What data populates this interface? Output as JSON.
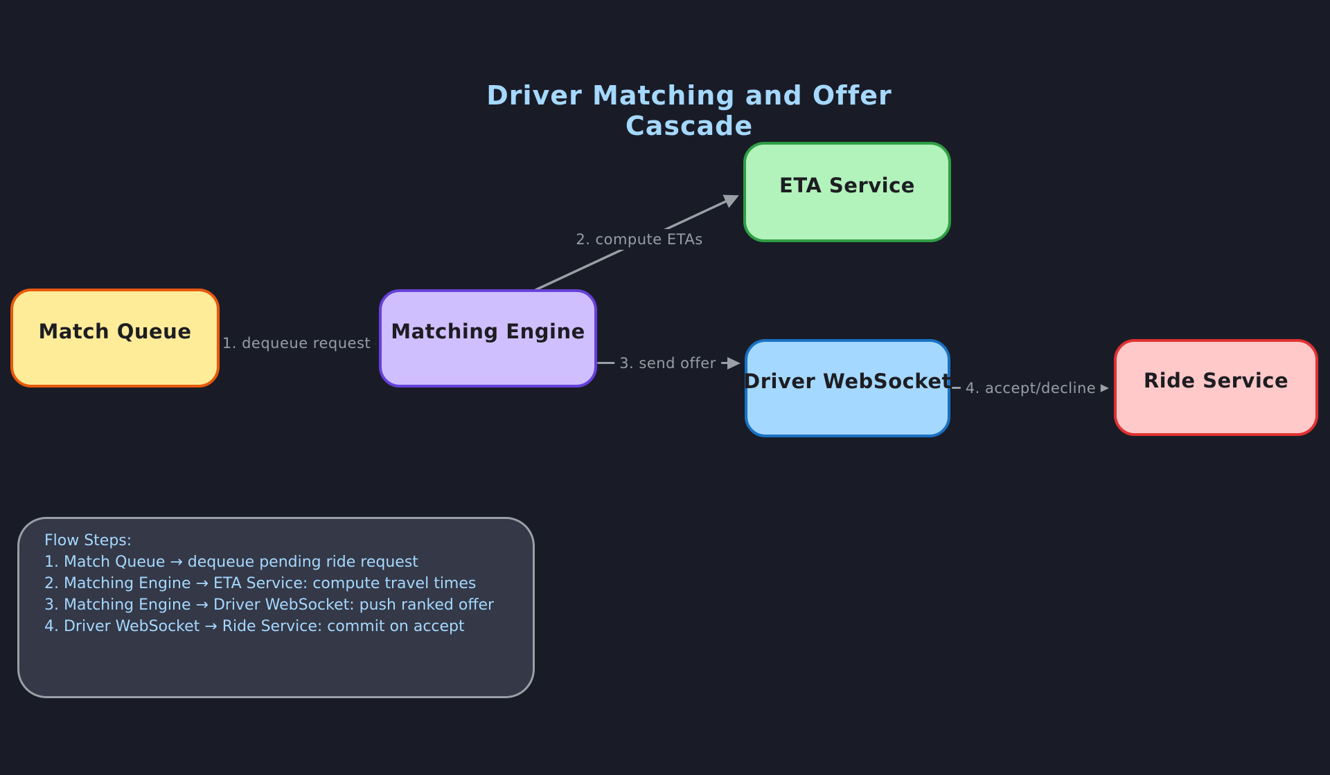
{
  "title": "Driver Matching and Offer Cascade",
  "colors": {
    "background": "#191c27",
    "title_text": "#a5d8ff",
    "edge_gray": "#9aa0a6",
    "panel_background": "#343847",
    "panel_border": "#9aa0a6",
    "panel_text": "#a5d8ff",
    "node_text": "#1d1d22"
  },
  "nodes": [
    {
      "id": "match-queue",
      "label": "Match Queue",
      "fill": "#ffec99",
      "border": "#e8590c"
    },
    {
      "id": "matching-engine",
      "label": "Matching Engine",
      "fill": "#d0bfff",
      "border": "#6741d9"
    },
    {
      "id": "eta-service",
      "label": "ETA Service",
      "fill": "#b2f2bb",
      "border": "#2f9e44"
    },
    {
      "id": "driver-websocket",
      "label": "Driver WebSocket",
      "fill": "#a5d8ff",
      "border": "#1971c2"
    },
    {
      "id": "ride-service",
      "label": "Ride Service",
      "fill": "#ffc9c9",
      "border": "#e03131"
    }
  ],
  "edges": [
    {
      "from": "match-queue",
      "to": "matching-engine",
      "label": "1. dequeue request"
    },
    {
      "from": "matching-engine",
      "to": "eta-service",
      "label": "2. compute ETAs"
    },
    {
      "from": "matching-engine",
      "to": "driver-websocket",
      "label": "3. send offer"
    },
    {
      "from": "driver-websocket",
      "to": "ride-service",
      "label": "4. accept/decline"
    }
  ],
  "flow_panel": {
    "lines": [
      "Flow Steps:",
      "1. Match Queue → dequeue pending ride request",
      "2. Matching Engine → ETA Service: compute travel times",
      "3. Matching Engine → Driver WebSocket: push ranked offer",
      "4. Driver WebSocket → Ride Service: commit on accept"
    ]
  }
}
